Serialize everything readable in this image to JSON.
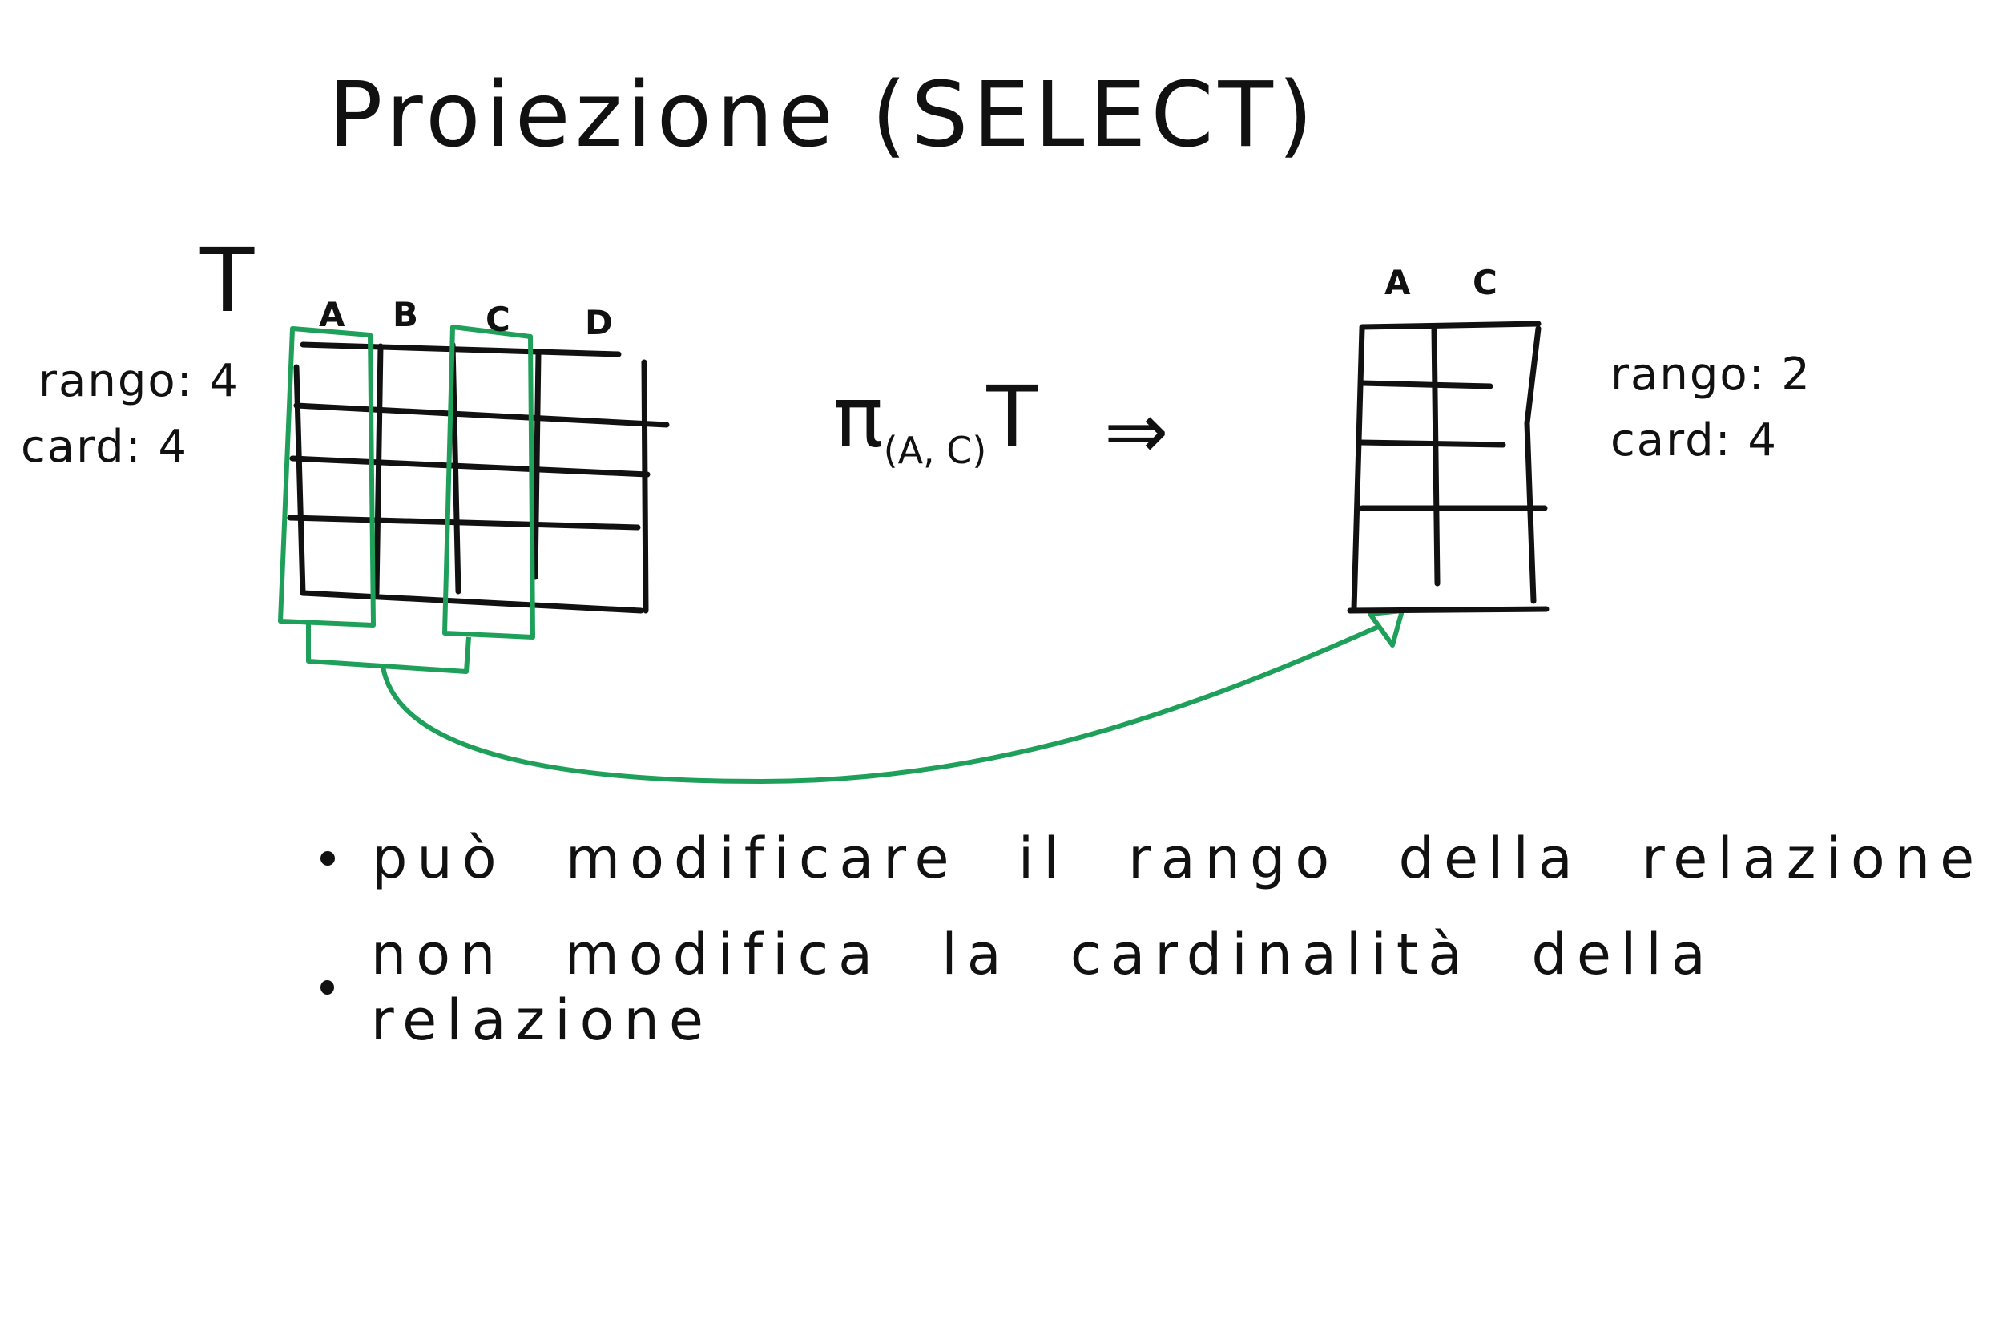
{
  "title": "Proiezione (SELECT)",
  "source_relation": {
    "name": "T",
    "columns": [
      "A",
      "B",
      "C",
      "D"
    ],
    "rank": "rango: 4",
    "cardinality": "card: 4"
  },
  "formula": {
    "symbol": "π",
    "subscript": "(A, C)",
    "operand": "T",
    "arrow": "⇒"
  },
  "result_relation": {
    "columns": [
      "A",
      "C"
    ],
    "rank": "rango: 2",
    "cardinality": "card: 4"
  },
  "notes": [
    "può modificare il rango della relazione",
    "non modifica la cardinalità della relazione"
  ],
  "colors": {
    "ink": "#111111",
    "highlight": "#1fa05a"
  }
}
